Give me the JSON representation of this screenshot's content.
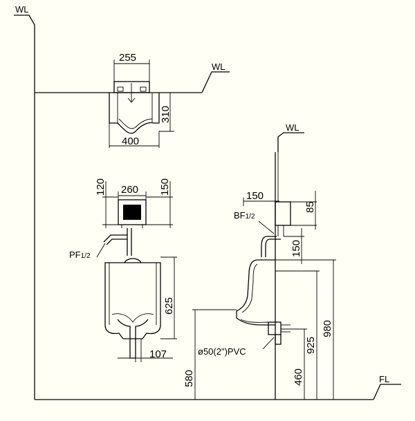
{
  "labels": {
    "wl_top_left": "WL",
    "wl_mid": "WL",
    "wl_right": "WL",
    "fl": "FL",
    "pf": "PF",
    "pf_sub": "1/2",
    "bf": "BF",
    "bf_sub": "1/2",
    "pvc": "ø50(2\")PVC"
  },
  "dimensions": {
    "top_width": "255",
    "top_height": "310",
    "top_bottom": "400",
    "front_valve_width": "260",
    "front_valve_h1": "120",
    "front_valve_h2": "150",
    "front_urinal_height": "625",
    "front_outlet_offset": "107",
    "side_valve_width": "150",
    "side_valve_height": "85",
    "side_pipe_height": "150",
    "side_580": "580",
    "side_460": "460",
    "side_925": "925",
    "side_980": "980"
  }
}
